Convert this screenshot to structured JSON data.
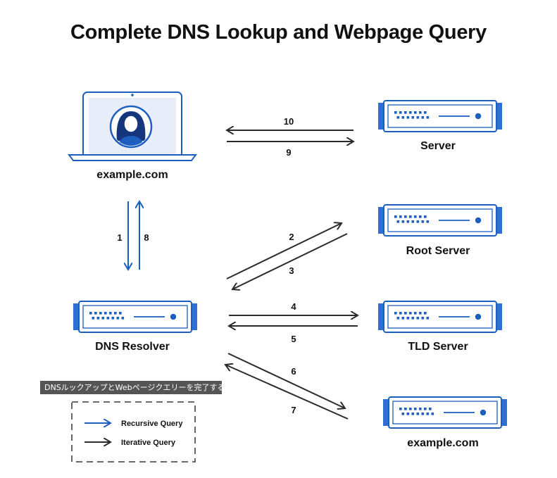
{
  "title": "Complete DNS Lookup and Webpage Query",
  "nodes": {
    "client": "example.com",
    "server": "Server",
    "root": "Root Server",
    "resolver": "DNS Resolver",
    "tld": "TLD Server",
    "authoritative": "example.com"
  },
  "steps": [
    "1",
    "2",
    "3",
    "4",
    "5",
    "6",
    "7",
    "8",
    "9",
    "10"
  ],
  "legend": {
    "recursive": "Recursive Query",
    "iterative": "Iterative Query"
  },
  "tooltip": "DNSルックアップとWebページクエリーを完了する",
  "colors": {
    "recursive_arrow": "#1d5fbf",
    "iterative_arrow": "#2b2b2b",
    "device_outline": "#1d5fbf",
    "device_fill": "#ffffff",
    "device_side": "#2e6fd1"
  },
  "icons": [
    "laptop-icon",
    "user-avatar-icon",
    "server-icon"
  ]
}
